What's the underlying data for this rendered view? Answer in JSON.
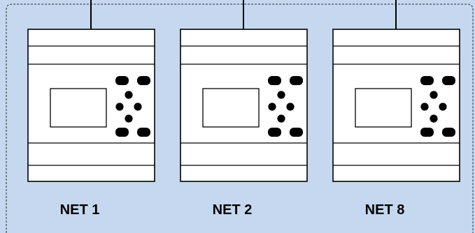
{
  "colors": {
    "background": "#c5d8ef",
    "device_fill": "#ffffff",
    "stroke": "#000000",
    "border_dash": "#2b2b2b"
  },
  "devices": [
    {
      "label": "NET 1"
    },
    {
      "label": "NET 2"
    },
    {
      "label": "NET 8"
    }
  ],
  "icons": {
    "device": "plc-module-icon",
    "keypad": "keypad-icon",
    "display": "lcd-display-icon",
    "cable": "network-cable"
  }
}
